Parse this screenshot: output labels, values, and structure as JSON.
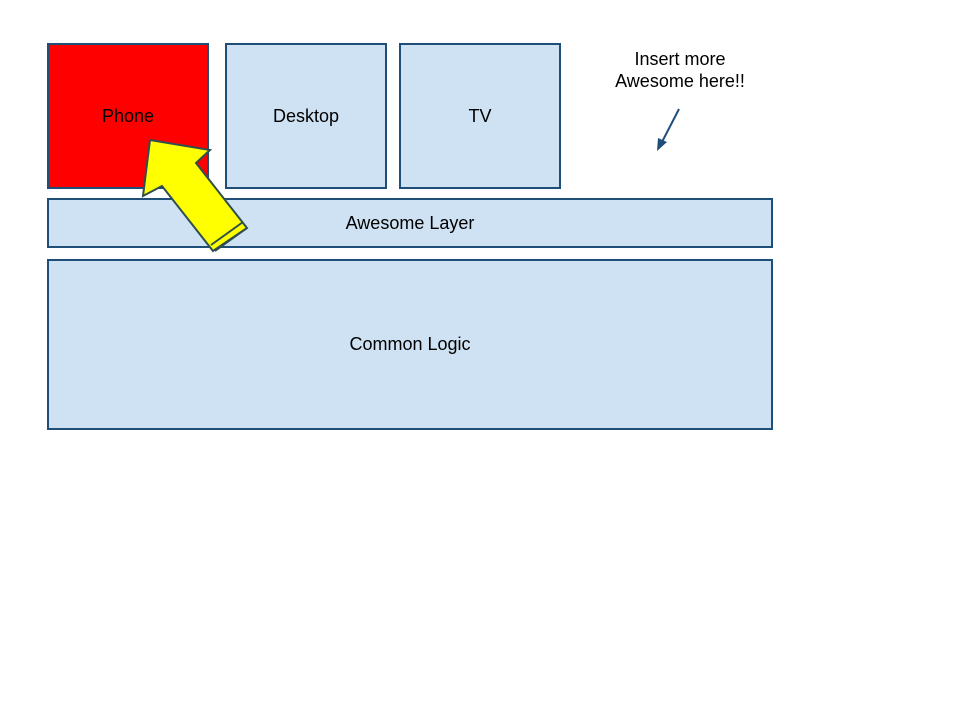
{
  "colors": {
    "box_fill": "#cfe2f3",
    "box_border": "#1f4e79",
    "highlight_fill": "#ff0000",
    "arrow_fill": "#ffff00",
    "arrow_stroke": "#2f4f4f",
    "pointer_color": "#1f4e79"
  },
  "platforms": {
    "phone": "Phone",
    "desktop": "Desktop",
    "tv": "TV"
  },
  "layers": {
    "awesome": "Awesome Layer",
    "common": "Common Logic"
  },
  "callout": {
    "text": "Insert more\nAwesome here!!"
  },
  "icons": {
    "big_arrow": "up-left-block-arrow-icon",
    "pointer_arrow": "down-left-arrow-icon"
  },
  "highlighted": "phone"
}
